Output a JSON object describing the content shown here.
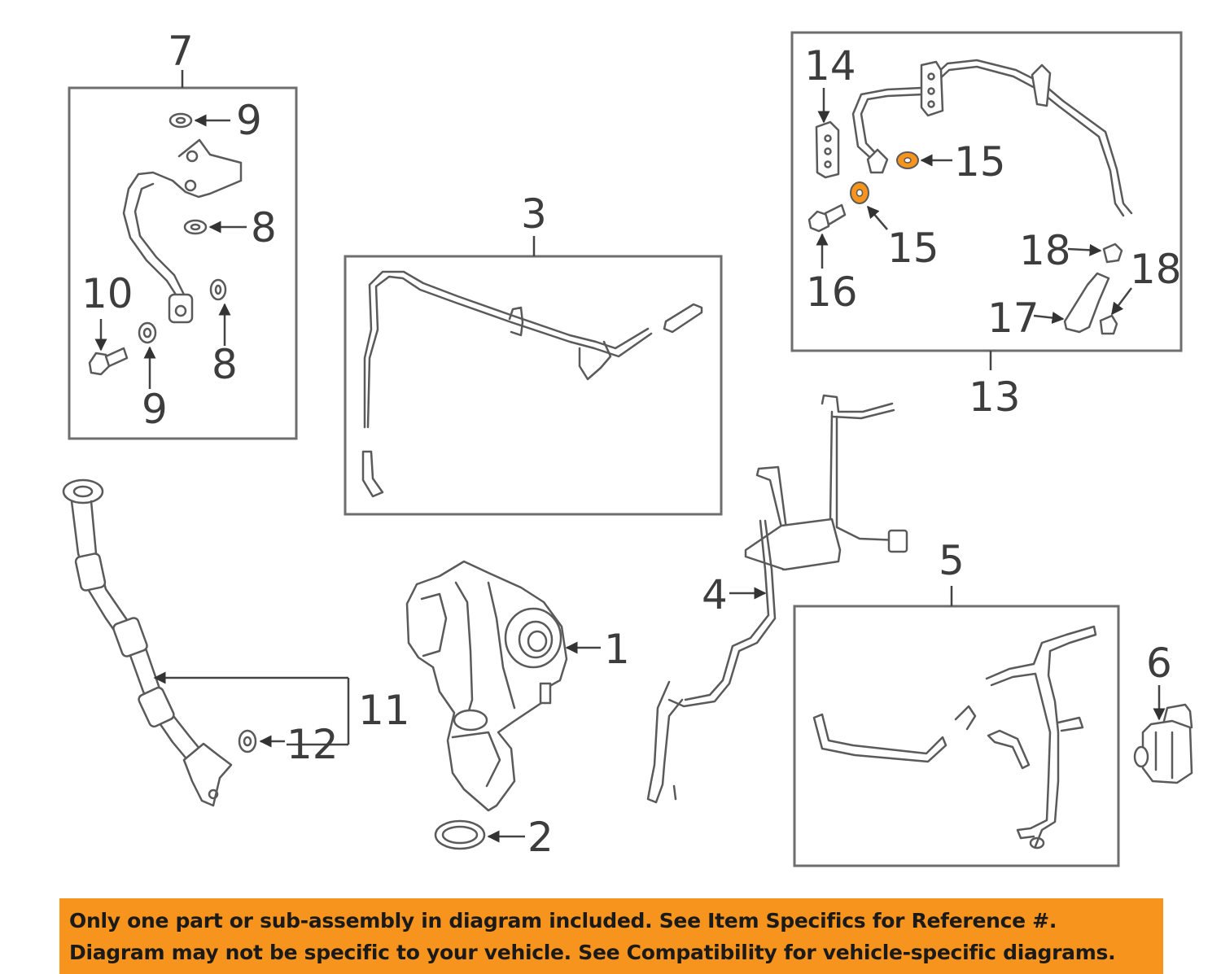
{
  "callouts": {
    "c1": "1",
    "c2": "2",
    "c3": "3",
    "c4": "4",
    "c5": "5",
    "c6": "6",
    "c7": "7",
    "c8a": "8",
    "c8b": "8",
    "c9a": "9",
    "c9b": "9",
    "c10": "10",
    "c11": "11",
    "c12": "12",
    "c13": "13",
    "c14": "14",
    "c15a": "15",
    "c15b": "15",
    "c16": "16",
    "c17": "17",
    "c18a": "18",
    "c18b": "18"
  },
  "highlight": {
    "part": "15",
    "color": "#f7941d"
  },
  "notice": {
    "line1": "Only one part or sub-assembly in diagram included. See Item Specifics for Reference #.",
    "line2": "Diagram may not be specific to your vehicle. See Compatibility for vehicle-specific diagrams.",
    "background": "#f7941d"
  }
}
